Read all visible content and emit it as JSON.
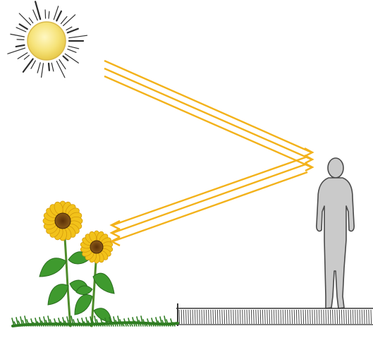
{
  "scene": {
    "elements": [
      "sun",
      "light-rays",
      "person",
      "sunflowers",
      "grass",
      "pavement"
    ]
  },
  "colors": {
    "sun_fill": "#f6e37a",
    "sun_glow": "#fbf3b8",
    "ray": "#f3b21b",
    "person_fill": "#c9c9c9",
    "person_outline": "#4a4a4a",
    "petal": "#f2c21a",
    "flower_center": "#7a4a12",
    "leaf": "#3f9a2e",
    "stem": "#4e8c2a",
    "grass": "#2f7d22",
    "ground_line": "#333333"
  }
}
